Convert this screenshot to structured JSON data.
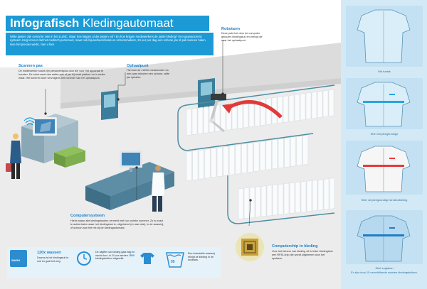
{
  "header": {
    "title_bold": "Infografisch",
    "title_light": "Kledingautomaat",
    "intro": "Witte jassen zijn overal te zien in het LUMC. Maar hoe krijgen al die jassen vol? En hoe krijgen medewerkers de juiste kleding? Een geavanceerd systeem zorgt ervoor dat het medisch personeel, maar ook bijvoorbeeld koks en schoonmakers, 24 uur per dag een schone jas of pak kunnen halen. Hoe het precies werkt, zien u hier."
  },
  "sections": {
    "scan": {
      "title": "Scannen pas",
      "body": "De medewerker scant zijn personeelspas door die voor het apparaat te houden. De robot weet dan welke pak of jas hij moet pakken en in welke maat. Het scherm toont vervolgens het nummer van het ophaalpunt."
    },
    "pickup": {
      "title": "Ophaalpunt",
      "body": "Hier kan de LUMC-medewerker na een paar minuten een schone, witte jas ophalen."
    },
    "robot": {
      "title": "Robotarm",
      "body": "Deze pakt het door de computer gekozen kledingstuk en brengt die naar het ophaalpunt."
    },
    "computer": {
      "title": "Computersysteem",
      "body": "Hierin staan alle kledingstukken vermeld met hun unieke nummer. Zo is exact te achterhalen waar het kledingstuk is, uitgeleend (en aan wie), in de wasserij, of schoon aan het rek bij de kledingautomaat."
    },
    "chip": {
      "title": "Computerchip in kleding",
      "body": "Voor het beheer van kleding zit in ieder kledingstuk een RFID-chip die wordt uitgelezen door het systeem."
    }
  },
  "stats": {
    "wash_tile": "WASH",
    "wash_title": "120x wassen",
    "wash_body": "Daarna is het kledingstuk te oud en gaat het weg.",
    "output_pre": "De uitgifte van kleding gaat dag en nacht door. In 24 uur worden",
    "output_number": "1500",
    "output_post": "kledingstukken uitgereikt.",
    "wash_temp": "95",
    "laundry_body": "Een industriële wasserij reinigt de kleding in de kookwas."
  },
  "garments": [
    {
      "label": "Wit tuniek",
      "accent": "#d9eef8",
      "stripe": ""
    },
    {
      "label": "Shirt verpleegkundige",
      "accent": "#d9eef8",
      "stripe": "#2aa4e0"
    },
    {
      "label": "Shirt verpleegkundige kinderafdeling",
      "accent": "#f6f6f6",
      "stripe": "#e63a3a"
    },
    {
      "label": "Shirt zoglaken",
      "accent": "#b6d9f0",
      "stripe": "#1b7fc4"
    }
  ],
  "right_footer": "Er zijn circa 15 verschillende soorten kledingstukken.",
  "colors": {
    "brand_blue": "#1b9ad6",
    "arrow_red": "#e13a3a",
    "rail_teal": "#4c8ea3",
    "floor": "#e8e8e8",
    "coat_white": "#f9fbfc",
    "panel_blue": "#d3eaf6"
  }
}
